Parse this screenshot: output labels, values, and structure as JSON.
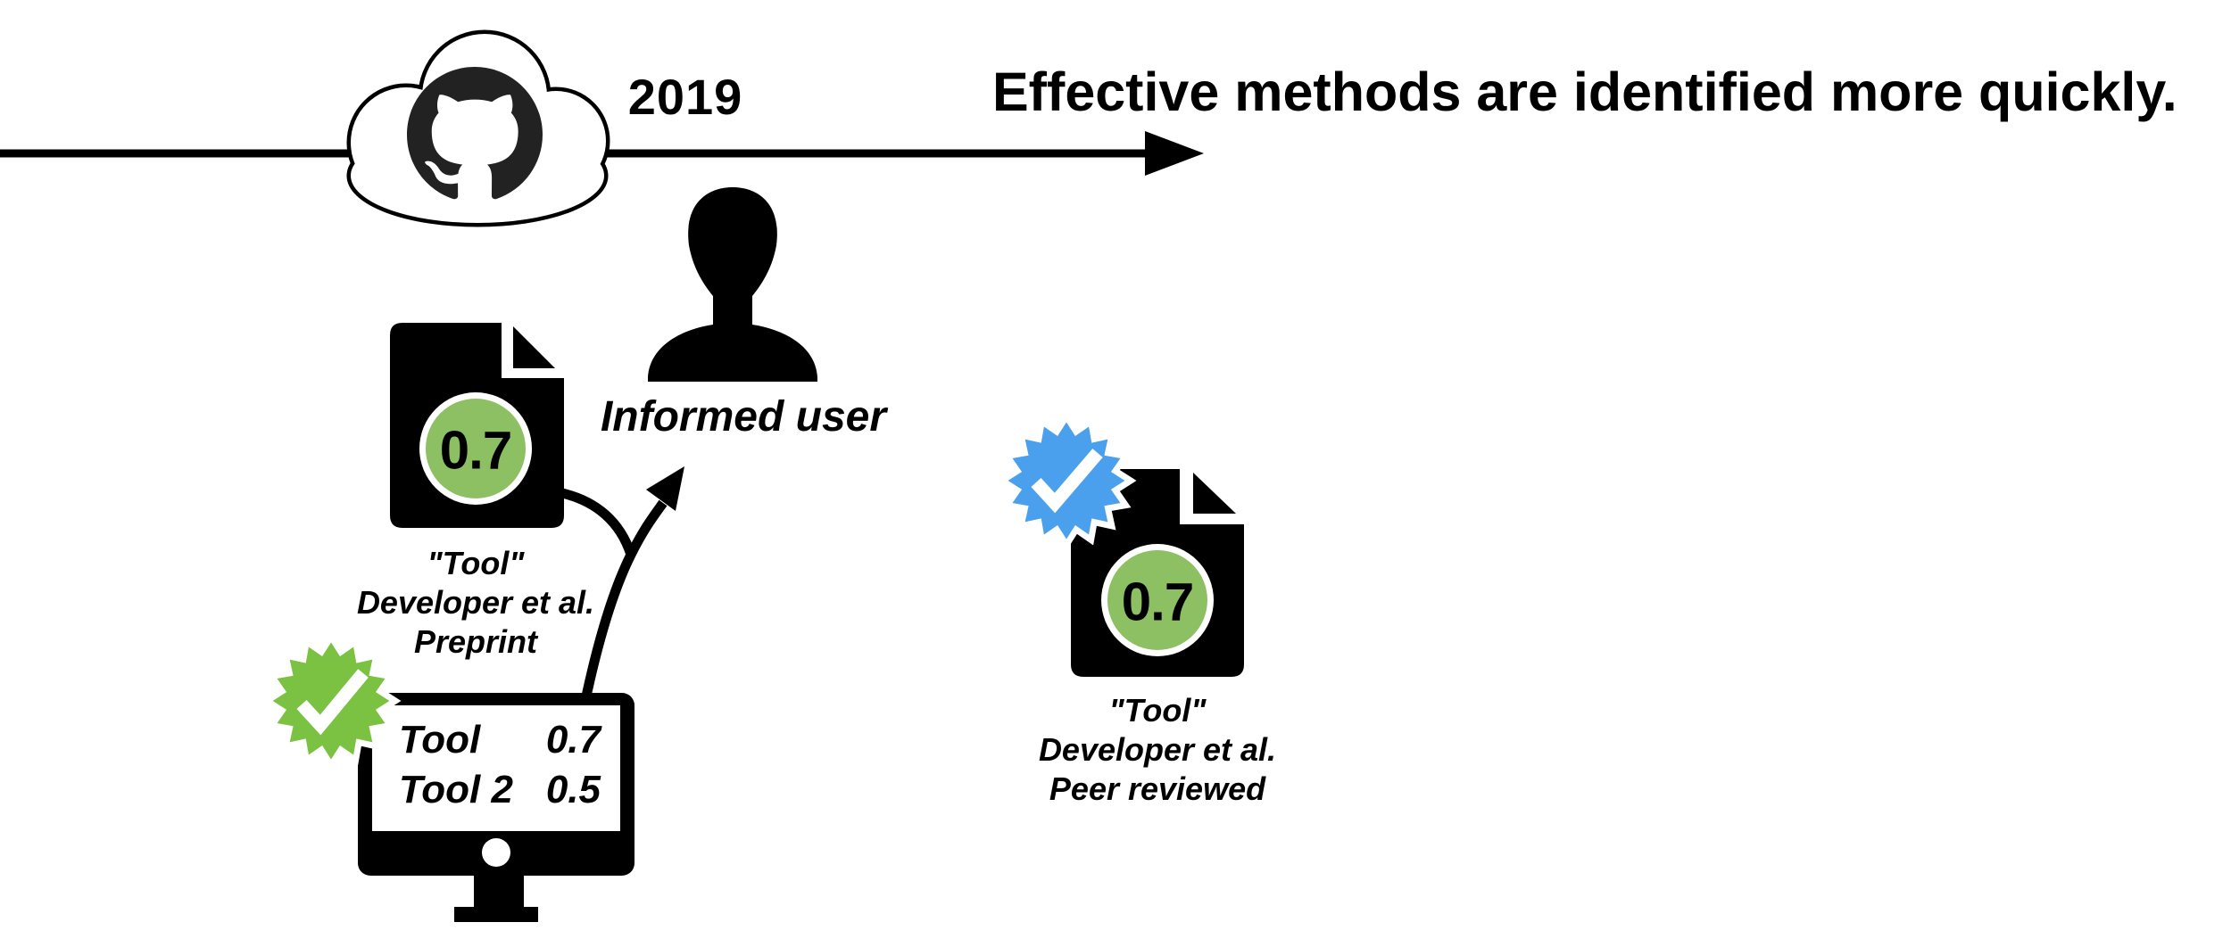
{
  "header": {
    "title": "Effective methods are identified more quickly."
  },
  "timeline": {
    "year": "2019"
  },
  "informed_user": {
    "label": "Informed user"
  },
  "preprint_doc": {
    "score": "0.7",
    "title_line": "\"Tool\"",
    "authors_line": "Developer et al.",
    "status_line": "Preprint"
  },
  "reviewed_doc": {
    "score": "0.7",
    "title_line": "\"Tool\"",
    "authors_line": "Developer et al.",
    "status_line": "Peer reviewed"
  },
  "monitor": {
    "rows": [
      {
        "name": "Tool",
        "value": "0.7"
      },
      {
        "name": "Tool 2",
        "value": "0.5"
      }
    ]
  },
  "icons": {
    "cloud": "github-cloud-icon",
    "logo": "github-octocat-icon",
    "user": "person-silhouette-icon",
    "documents": "document-page-icon",
    "green_badge": "verified-check-badge-green",
    "blue_badge": "verified-check-badge-blue",
    "monitor": "computer-monitor-icon",
    "timeline": "timeline-arrow-icon",
    "flow": "merging-arrow-icon"
  },
  "colors": {
    "ink": "#000000",
    "score_green": "#8CC063",
    "badge_green": "#7BC142",
    "verified_blue": "#4AA0EC",
    "octocat_black": "#222222",
    "background": "#FFFFFF"
  }
}
